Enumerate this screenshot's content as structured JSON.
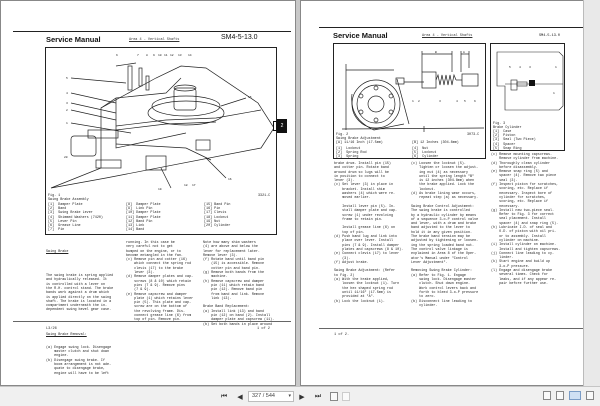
{
  "left_page": {
    "header": {
      "title": "Service Manual",
      "subtitle": "Area 4 - Vertical Shafts",
      "code": "SM4-5-13.0"
    },
    "figure": {
      "label": "Fig. 1",
      "title": "Swing Brake Assembly",
      "ref": "3321-C",
      "parts_col1": "[1]  Damper Plate\n[2]  Band\n[3]  Swing Brake Lever\n[4]  Shimmed Washers (7420)\n[5]  Lever Pin\n[6]  Grease Line\n[7]  Pin",
      "parts_col2": "[8]  Damper Plate\n[9]  Link Pin\n[10] Damper Plate\n[11] Damper Plate\n[12] Band Pin\n[13] Link\n[14] Band",
      "parts_col3": "[15] Band Pin\n[16] Pin\n[17] Clevis\n[18] Locknut\n[19] Nut\n[20] Cylinder"
    },
    "text_col1": {
      "section1_title": "Swing Brake",
      "section1_body": "The swing brake is spring applied\nand hydraulically released. It\nis controlled with a lever on\nthe R.H. control stand. The brake\nbands work against a drum which\nis applied directly on the swing\nshaft. The brake is located in a\ncompartment underneath the in-\ndependent swing bevel gear case.",
      "section2_title": "Swing Brake Removal:",
      "section2_body": "(a) Engage swing lock. Disengage\n    master clutch and shut down\n    engine.\n(b) Disengage swing brake. If\n    boom arrangement is not ade-\n    quate to disengage brake,\n    engine will have to be left"
    },
    "text_col2": "running. In this case be\nvery careful not to get\nbumped on the engine, or to\nbecome entangled in the fan.\n(c) Remove pin and cotter (16)\n    which connect the spring rod\n    clevis (17) to the brake\n    lever (3).\n(d) Remove damper plates and cap-\n    screws (8 & 10) which retain\n    pins (7 & 9). Remove pins\n    (7 & 9).\n(e) Remove capscrew and damper\n    plate (1) which retains lever\n    pin (5). This plate and cap-\n    screw are on the bottom of\n    the revolving frame. Dis-\n    connect grease line (6) from\n    top of pin. Remove pin.",
    "text_col3": "Note how many shim washers\n(4) are above and below the\nlever for replacement later.\nRemove lever (3).\n(f) Rotate band until band pin\n    (15) is accessible. Remove\n    cotter pin and band pin.\n(g) Remove both bands from the\n    machine.\n(h) Remove capscrew and damper\n    pin (11) which retain band\n    pin (12). Remove band pin\n    from band and link. Remove\n    link (13).\n\nBrake Band Replacement:\n(a) Install link (13) and band\n    pin (12) on band (2). Install\n    damper plate and capscrew (11).\n(b) Set both bands in place around",
    "footer_left": "L3/26",
    "footer_right": "1 of 2",
    "tab_marker": "2"
  },
  "right_page": {
    "header": {
      "title": "Service Manual",
      "subtitle": "Area 4 - Vertical Shafts",
      "code": "SM4-5-13.0"
    },
    "figure2": {
      "label": "Fig. 2",
      "title": "Swing Brake Adjustment",
      "ref": "3073-C",
      "dim_a": "[A] 11/16 Inch (17.5mm)",
      "dim_b": "[B] 12 Inches (304.8mm)",
      "parts_col1": "[1]  Locknut\n[2]  Spring Rod\n[3]  Spring",
      "parts_col2": "[4]  Nut\n[5]  Locknut\n[6]  Cylinder"
    },
    "figure3": {
      "label": "Fig. 3",
      "title": "Brake Cylinder",
      "parts": "[1]  Case\n[2]  Piston\n[3]  Seal (Two Piece)\n[4]  Spacer\n[5]  Snap Ring"
    },
    "text_col1": "brake drum. Install pin (15)\nand cotter pin. Rotate band\naround drum so lugs will be\nin position to connect to\nlever (3).\n(c) Set lever (3) in place in\n    bracket. Install shim\n    washers (4) which were re-\n    moved earlier.\n\n    Install lever pin (5). In-\n    stall damper plate and cap-\n    screw (1) under revolving\n    frame to retain pin.\n\n    Install grease line (6) on\n    top of pin.\n(d) Push band lug and link into\n    place over lever. Install\n    pins (7 & 9). Install damper\n    plates and capscrews (8 & 10).\n(e) Connect clevis (17) to lever\n    (3).\n(f) Adjust brake.\n\nSwing Brake Adjustment: (Refer\nto Fig. 2)\n(a) With the brake applied,\n    loosen the locknut (1). Turn\n    the hex shaped spring rod\n    until 11/16\" (17.5mm) is\n    provided at \"A\".\n(b) Lock the locknut (1).",
    "text_col2": "(c) Loosen the locknut (5).\n    Tighten or loosen the adjust-\n    ing nut (4) as necessary\n    until the spring length \"B\"\n    is 12 inches (304.8mm) when\n    the brake applied. Lock the\n    locknut.\n(d) As brake lining wear occurs,\n    repeat step (a) as necessary.\n\nSwing Brake Control Adjustment:\nThe swing brake is controlled\nby a hydraulic cylinder by means\nof a sequence 3-o-P control valve\nand lever, with a drum and brake\nband adjusted to the lever to\nhold it in any given position.\nThe brake band tension may be\nadjusted by tightening or loosen-\ning the spring loaded band nut.\nThe control valve linkage is\nexplained in Area 8 of the Oper-\nator's Manual under \"Control\nLever Adjustment\".\n\nRemoving Swing Brake Cylinder:\n(a) Refer to Fig. 1. Engage\n    swing lock. Disengage master\n    clutch. Shut down engine.\n    Work control levers back and\n    forth to bleed 3-o-P pressure\n    to zero.\n(b) Disconnect line leading to\n    cylinder.",
    "text_col3": "(c) Remove mounting capscrews.\n    Remove cylinder from machine.\n(d) Thoroughly clean cylinder\n    before disassembly.\n(e) Remove snap ring (5) and\n    spacer (4). Remove two piece\n    seal (3).\n(f) Inspect piston for scratches,\n    scoring, etc. Replace if\n    necessary. Inspect bore of\n    cylinder for scratches,\n    scoring, etc. Replace if\n    necessary.\n(g) Install new two-piece seal.\n    Refer to Fig. 3 for correct\n    seal placement. Install\n    spacer (4) and snap ring (5).\n(h) Lubricate I.D. of seal and\n    O.D. of piston with oil pri-\n    or to assembly. Install\n    cylinder on machine.\n(i) Install cylinder on machine.\n    Install and tighten capscrews.\n(j) Connect line leading to cy-\n    linder.\n(k) Start engine and build up\n    3-o-P pressure.\n(l) Engage and disengage brake\n    several times. Check for\n    leaks, and if any appear re-\n    pair before further use.",
    "footer_left": "1 of 2."
  },
  "toolbar": {
    "first_page_icon": "first-page",
    "prev_page_icon": "prev-page",
    "page_input": "327 / 544",
    "next_page_icon": "next-page",
    "last_page_icon": "last-page",
    "view_buttons": [
      "single-page",
      "two-page",
      "two-page-continuous",
      "fit-width"
    ]
  },
  "colors": {
    "viewer_bg": "#a8a8a8",
    "toolbar_bg": "#f0f0f0",
    "page_bg": "#ffffff",
    "ink": "#222222"
  }
}
